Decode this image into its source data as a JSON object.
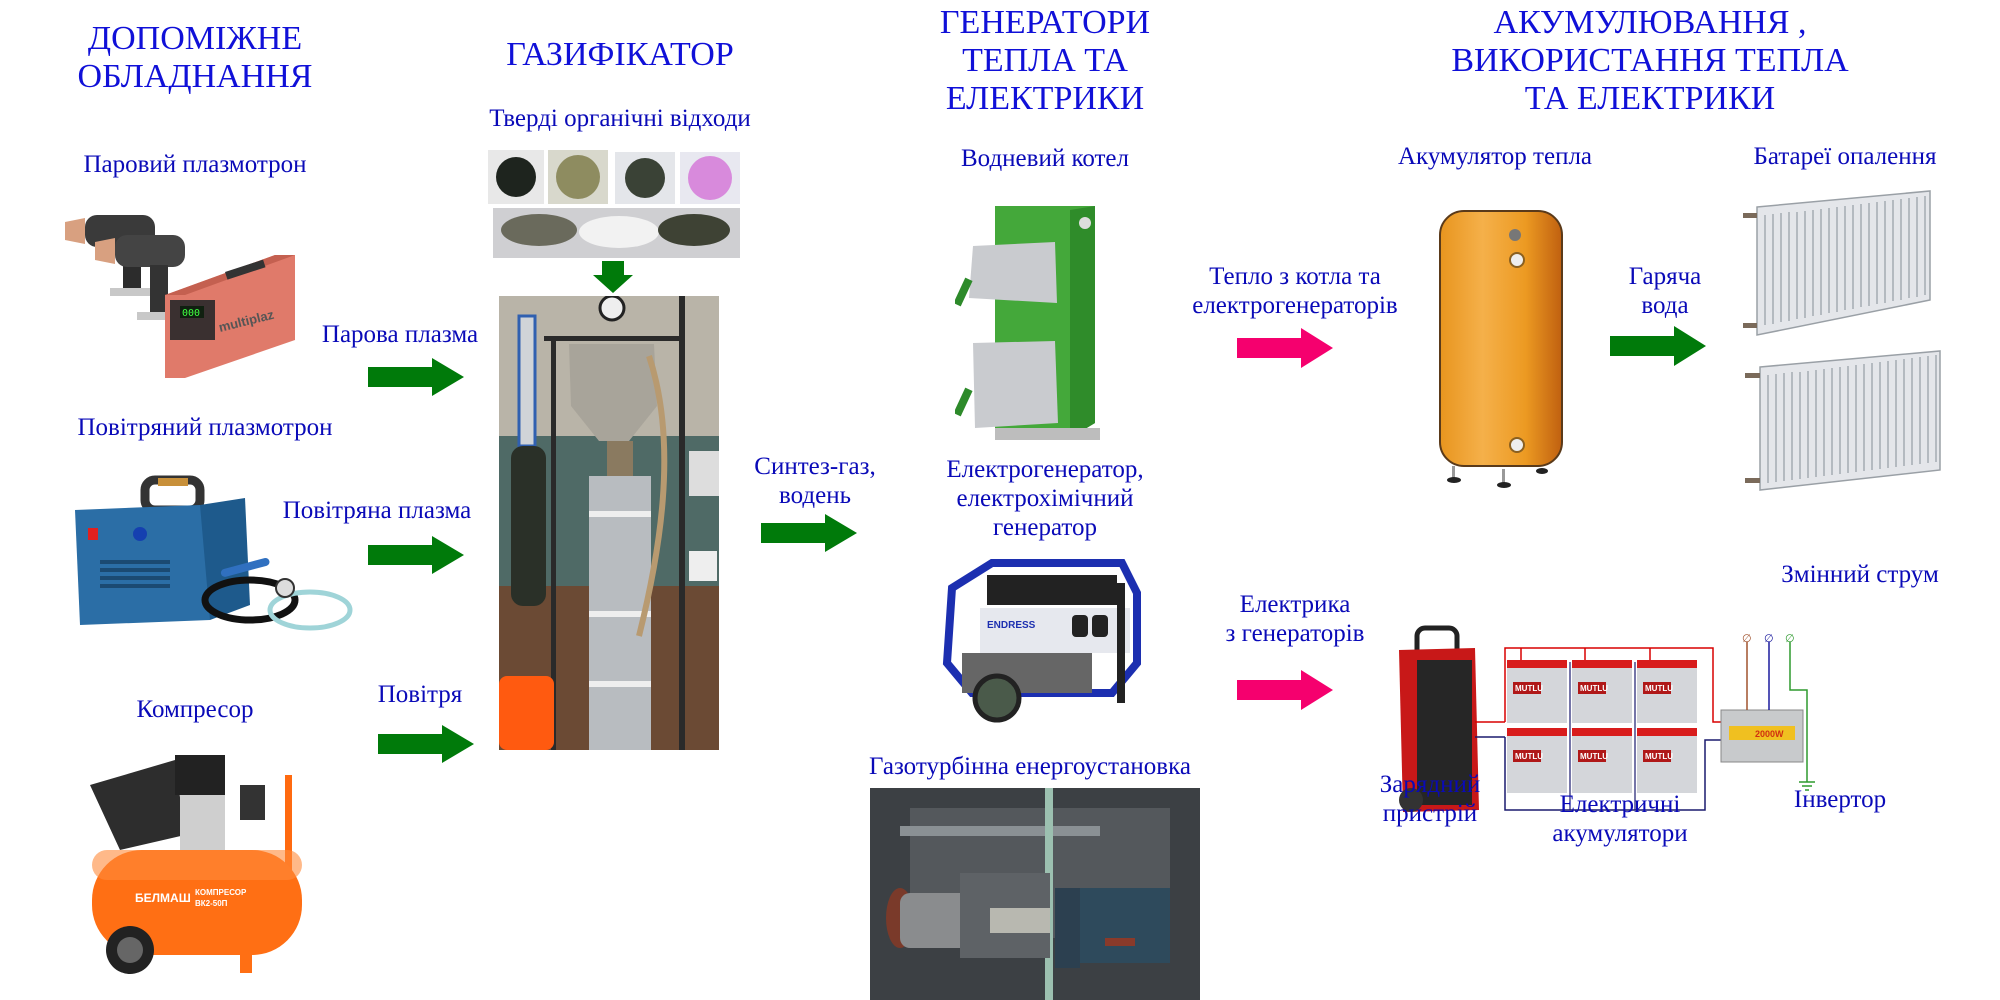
{
  "sections": {
    "auxiliary": {
      "title_line1": "ДОПОМІЖНЕ",
      "title_line2": "ОБЛАДНАННЯ"
    },
    "gasifier": {
      "title": "ГАЗИФІКАТОР",
      "waste_label": "Тверді органічні відходи"
    },
    "generators": {
      "title_line1": "ГЕНЕРАТОРИ",
      "title_line2": "ТЕПЛА ТА",
      "title_line3": "ЕЛЕКТРИКИ"
    },
    "storage": {
      "title_line1": "АКУМУЛЮВАННЯ ,",
      "title_line2": "ВИКОРИСТАННЯ ТЕПЛА",
      "title_line3": "ТА ЕЛЕКТРИКИ"
    }
  },
  "equipment": {
    "steam_plasmatron": "Паровий плазмотрон",
    "air_plasmatron": "Повітряний плазмотрон",
    "compressor": "Компресор",
    "hydrogen_boiler": "Водневий котел",
    "electro_generator_line1": "Електрогенератор,",
    "electro_generator_line2": "електрохімічний",
    "electro_generator_line3": "генератор",
    "gas_turbine": "Газотурбінна енергоустановка",
    "heat_accumulator": "Акумулятор тепла",
    "radiators": "Батареї опалення",
    "charger_line1": "Зарядний",
    "charger_line2": "пристрій",
    "batteries_line1": "Електричні",
    "batteries_line2": "акумулятори",
    "inverter": "Інвертор",
    "ac_current": "Змінний струм"
  },
  "flows": {
    "steam_plasma": "Парова плазма",
    "air_plasma": "Повітряна плазма",
    "air": "Повітря",
    "syngas_line1": "Синтез-газ,",
    "syngas_line2": "водень",
    "heat_line1": "Тепло з котла та",
    "heat_line2": "електрогенераторів",
    "hot_water_line1": "Гаряча",
    "hot_water_line2": "вода",
    "electricity_line1": "Електрика",
    "electricity_line2": "з генераторів"
  },
  "device_markings": {
    "plasmatron_display": "000",
    "plasmatron_brand": "multiplaz",
    "compressor_brand": "БЕЛМАШ",
    "compressor_model_line1": "КОМПРЕСОР",
    "compressor_model_line2": "ВК2-50П",
    "generator_brand": "ENDRESS",
    "battery_brand": "MUTLU",
    "inverter_rating": "2000W"
  },
  "colors": {
    "title_blue": "#1010d8",
    "label_blue": "#0a0ab8",
    "flow_green": "#007a0a",
    "flow_pink": "#f5006e",
    "wire_red": "#d80000",
    "wire_navy": "#1a1a6e",
    "wire_brown": "#a0522d",
    "wire_green": "#2e9a2e"
  }
}
